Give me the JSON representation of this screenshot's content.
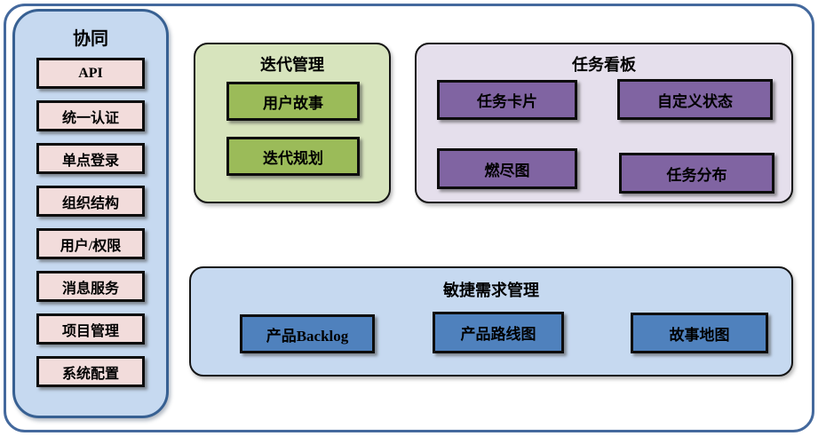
{
  "colors": {
    "frame_border": "#44699D",
    "sidebar_bg": "#C6D9F0",
    "sidebar_border": "#376092",
    "sidebar_item_bg": "#F2DCDB",
    "iteration_bg": "#D7E4BD",
    "iteration_item_bg": "#9BBB59",
    "kanban_bg": "#E5DFEC",
    "kanban_item_bg": "#8064A2",
    "requirements_bg": "#C6D9F0",
    "requirements_item_bg": "#4F81BD",
    "box_border": "#141414",
    "text": "#000000"
  },
  "sidebar": {
    "title": "协同",
    "items": [
      "API",
      "统一认证",
      "单点登录",
      "组织结构",
      "用户/权限",
      "消息服务",
      "项目管理",
      "系统配置"
    ]
  },
  "groups": {
    "iteration": {
      "title": "迭代管理",
      "items": [
        "用户故事",
        "迭代规划"
      ]
    },
    "kanban": {
      "title": "任务看板",
      "items": [
        "任务卡片",
        "自定义状态",
        "燃尽图",
        "任务分布"
      ]
    },
    "requirements": {
      "title": "敏捷需求管理",
      "items": [
        "产品Backlog",
        "产品路线图",
        "故事地图"
      ]
    }
  }
}
